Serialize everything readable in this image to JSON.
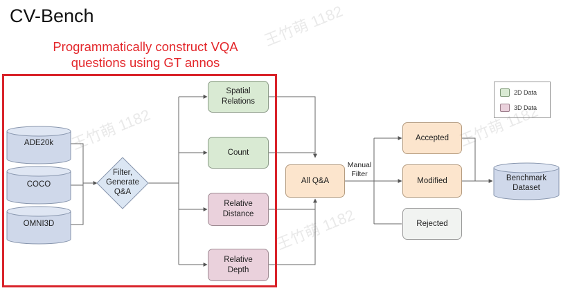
{
  "header": {
    "title": "CV-Bench",
    "subtitle_line1": "Programmatically construct VQA",
    "subtitle_line2": "questions using GT annos"
  },
  "sources": [
    "ADE20k",
    "COCO",
    "OMNI3D"
  ],
  "filter_node": {
    "line1": "Filter,",
    "line2": "Generate",
    "line3": "Q&A"
  },
  "tasks": [
    {
      "line1": "Spatial",
      "line2": "Relations",
      "type": "2D"
    },
    {
      "line1": "Count",
      "line2": "",
      "type": "2D"
    },
    {
      "line1": "Relative",
      "line2": "Distance",
      "type": "3D"
    },
    {
      "line1": "Relative",
      "line2": "Depth",
      "type": "3D"
    }
  ],
  "all_qa": "All Q&A",
  "manual_filter": {
    "line1": "Manual",
    "line2": "Filter"
  },
  "outcomes": [
    "Accepted",
    "Modified",
    "Rejected"
  ],
  "benchmark": {
    "line1": "Benchmark",
    "line2": "Dataset"
  },
  "legend": {
    "green_label": "2D Data",
    "pink_label": "3D Data"
  },
  "colors": {
    "green": "#d9ead3",
    "pink": "#ead1dc",
    "orange": "#fce5cd",
    "grey": "#f1f3f1",
    "source_db": "#cfd8ea",
    "filter_diamond": "#dbe6f3",
    "red_box": "#d9232a"
  },
  "watermark": "王竹萌 1182"
}
